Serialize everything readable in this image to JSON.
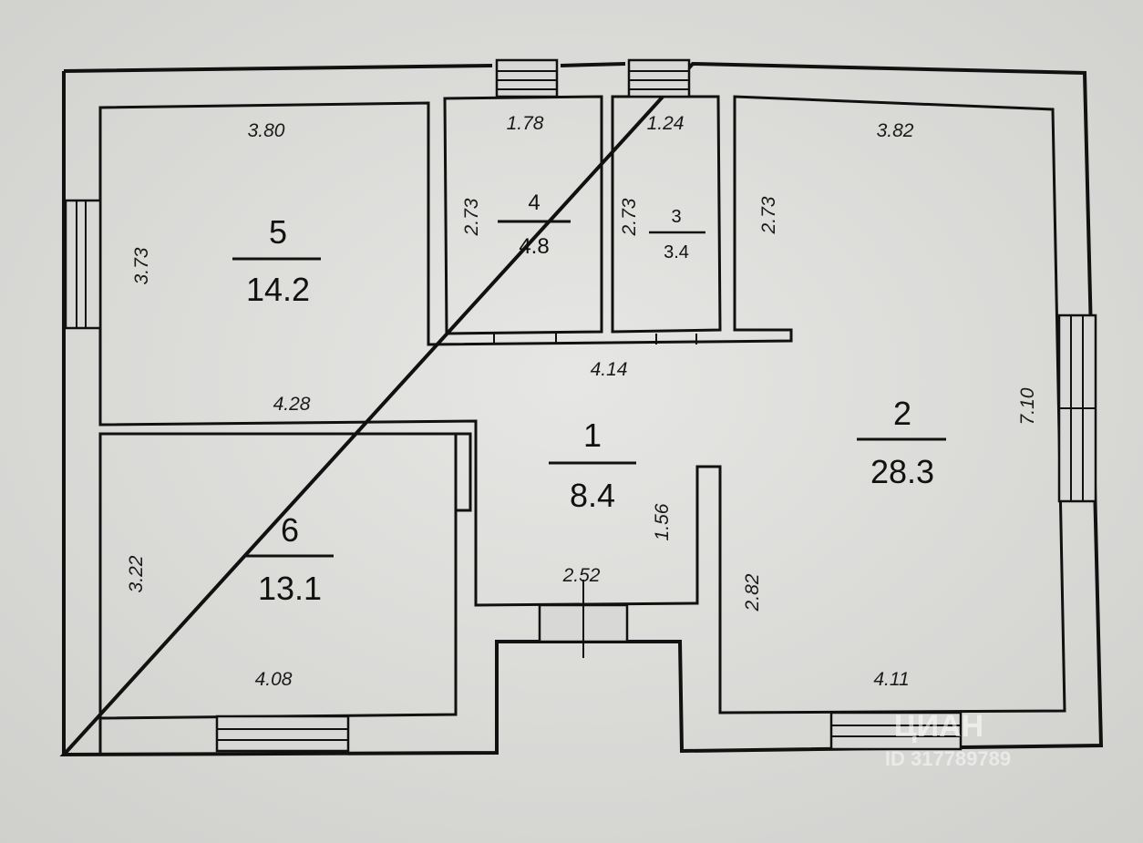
{
  "rooms": [
    {
      "id": "1",
      "area": "8.4"
    },
    {
      "id": "2",
      "area": "28.3"
    },
    {
      "id": "3",
      "area": "3.4"
    },
    {
      "id": "4",
      "area": "4.8"
    },
    {
      "id": "5",
      "area": "14.2"
    },
    {
      "id": "6",
      "area": "13.1"
    }
  ],
  "dimensions": {
    "room5_top": "3.80",
    "room5_left": "3.73",
    "room4_top": "1.78",
    "room4_left": "2.73",
    "room3_top": "1.24",
    "room3_left": "2.73",
    "room2_top": "3.82",
    "room2_left": "2.73",
    "corridor_top": "4.14",
    "room5_bottom": "4.28",
    "room2_right": "7.10",
    "hall_right": "1.56",
    "room6_left": "3.22",
    "entrance": "2.52",
    "room2_lower_left": "2.82",
    "room6_bottom": "4.08",
    "room2_bottom": "4.11"
  },
  "watermark": {
    "brand": "ЦИАН",
    "id": "ID 317789789"
  }
}
